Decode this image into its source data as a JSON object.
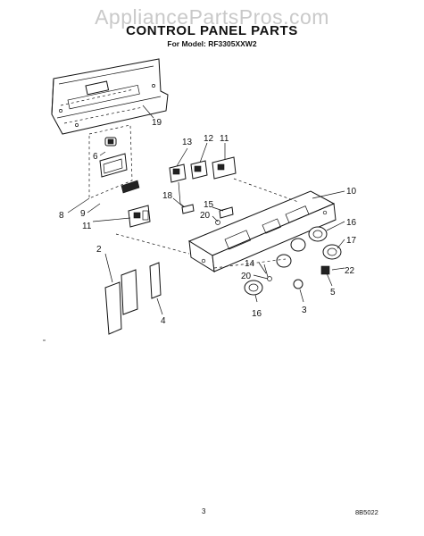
{
  "watermark": "AppliancePartsPros.com",
  "title": "CONTROL PANEL PARTS",
  "subtitle": "For Model: RF3305XXW2",
  "page_number": "3",
  "doc_code": "8B5022",
  "callouts": {
    "c19": "19",
    "c6": "6",
    "c8": "8",
    "c9": "9",
    "c11a": "11",
    "c13": "13",
    "c12": "12",
    "c11b": "11",
    "c10": "10",
    "c18": "18",
    "c15": "15",
    "c20a": "20",
    "c16a": "16",
    "c17": "17",
    "c22": "22",
    "c5": "5",
    "c2": "2",
    "c14": "14",
    "c20b": "20",
    "c16b": "16",
    "c3": "3",
    "c4": "4"
  }
}
